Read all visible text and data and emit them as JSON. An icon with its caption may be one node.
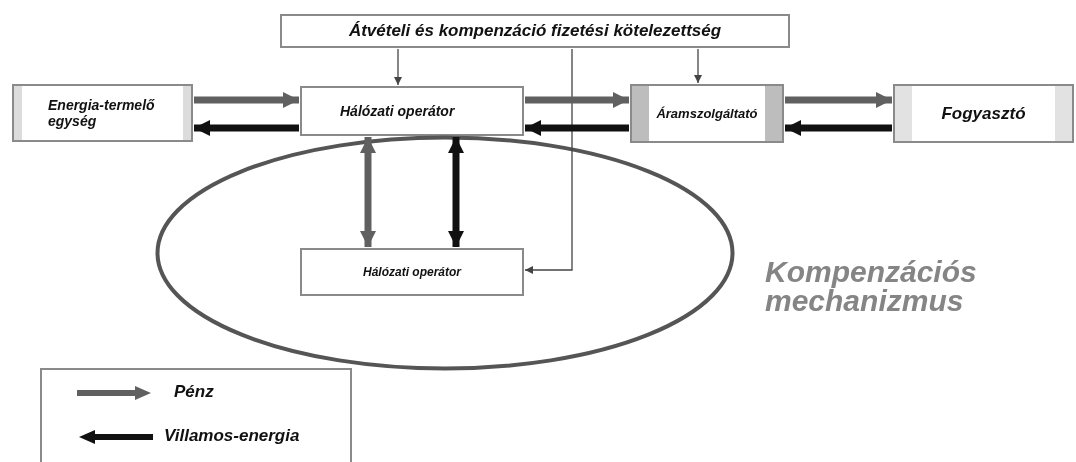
{
  "diagram": {
    "nodes": [
      {
        "text": [
          "Átvételi és kompenzáció fizetési kötelezettség"
        ]
      },
      {
        "text": [
          "Energia-termelő egység"
        ]
      },
      {
        "text": [
          "Hálózati operátor"
        ]
      },
      {
        "text": [
          "Áramszolgáltató"
        ]
      },
      {
        "text": [
          "Fogyasztó"
        ]
      },
      {
        "text": [],
        "shape": "ellipse",
        "beside": [
          "Kompenzációs mechanizmus"
        ]
      },
      {
        "text": [
          "Hálózati operátor"
        ],
        "in": 5
      }
    ],
    "edges": [
      {
        "from": 0,
        "to": 2,
        "arrow": "to"
      },
      {
        "from": 0,
        "to": 3,
        "arrow": "to"
      },
      {
        "from": 0,
        "to": 6,
        "arrow": "to"
      },
      {
        "from": 1,
        "to": 2,
        "arrow": "to",
        "color": "#606060"
      },
      {
        "from": 2,
        "to": 1,
        "arrow": "to",
        "color": "#111111"
      },
      {
        "from": 2,
        "to": 3,
        "arrow": "to",
        "color": "#606060"
      },
      {
        "from": 3,
        "to": 2,
        "arrow": "to",
        "color": "#111111"
      },
      {
        "from": 3,
        "to": 4,
        "arrow": "to",
        "color": "#606060"
      },
      {
        "from": 4,
        "to": 3,
        "arrow": "to",
        "color": "#111111"
      },
      {
        "from": 2,
        "to": 6,
        "arrow": "both",
        "color": "#606060"
      },
      {
        "from": 2,
        "to": 6,
        "arrow": "both",
        "color": "#111111"
      }
    ],
    "legend": [
      {
        "text": "Pénz"
      },
      {
        "text": "Villamos-energia"
      }
    ]
  }
}
